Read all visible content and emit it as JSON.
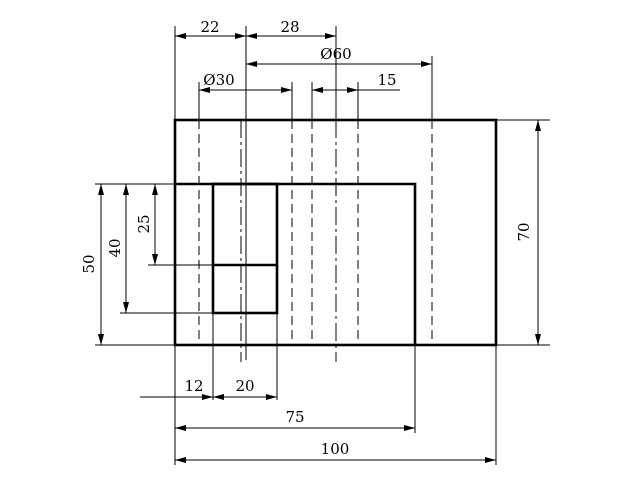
{
  "drawing": {
    "dimensions": {
      "top_width_left": "22",
      "top_width_right": "28",
      "dia_outer": "Ø60",
      "dia_inner": "Ø30",
      "top_small": "15",
      "right_height": "70",
      "left_50": "50",
      "left_40": "40",
      "left_25": "25",
      "bottom_12": "12",
      "bottom_20": "20",
      "bottom_75": "75",
      "bottom_100": "100"
    }
  }
}
